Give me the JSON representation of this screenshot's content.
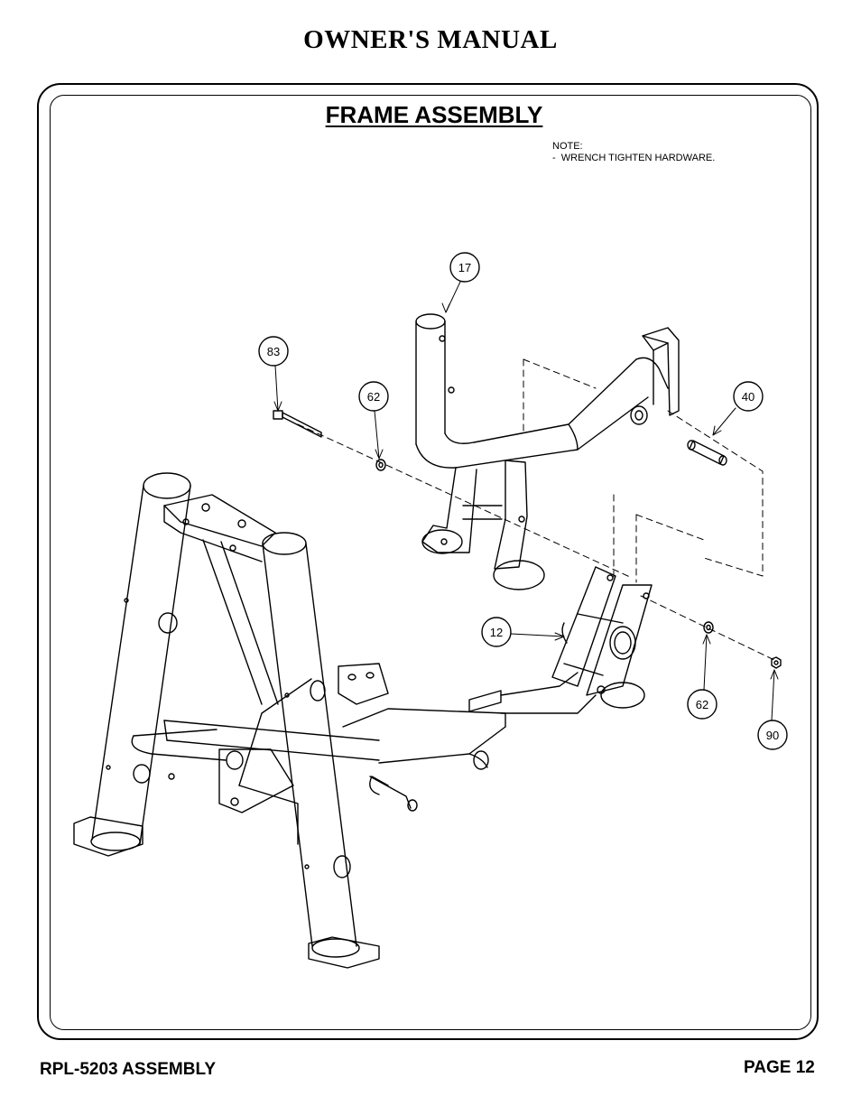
{
  "header": {
    "title": "OWNER'S MANUAL"
  },
  "section": {
    "title": "FRAME ASSEMBLY"
  },
  "note": {
    "heading": "NOTE:",
    "line1": "-  WRENCH TIGHTEN HARDWARE."
  },
  "callouts": [
    {
      "id": "callout-17",
      "label": "17"
    },
    {
      "id": "callout-83",
      "label": "83"
    },
    {
      "id": "callout-62-top",
      "label": "62"
    },
    {
      "id": "callout-40",
      "label": "40"
    },
    {
      "id": "callout-12",
      "label": "12"
    },
    {
      "id": "callout-62-bottom",
      "label": "62"
    },
    {
      "id": "callout-90",
      "label": "90"
    }
  ],
  "footer": {
    "left": "RPL-5203 ASSEMBLY",
    "right": "PAGE 12"
  }
}
